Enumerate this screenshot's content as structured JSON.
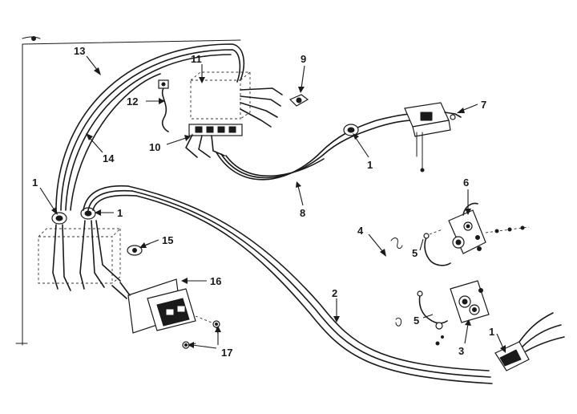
{
  "figure": {
    "callouts": {
      "c1_left": "1",
      "c1_mid": "1",
      "c1_cable": "1",
      "c1_plug": "1",
      "c2": "2",
      "c3": "3",
      "c4": "4",
      "c5_upper": "5",
      "c5_lower": "5",
      "c6": "6",
      "c7": "7",
      "c8": "8",
      "c9": "9",
      "c10": "10",
      "c11": "11",
      "c12": "12",
      "c13": "13",
      "c14": "14",
      "c15": "15",
      "c16": "16",
      "c17": "17"
    }
  }
}
